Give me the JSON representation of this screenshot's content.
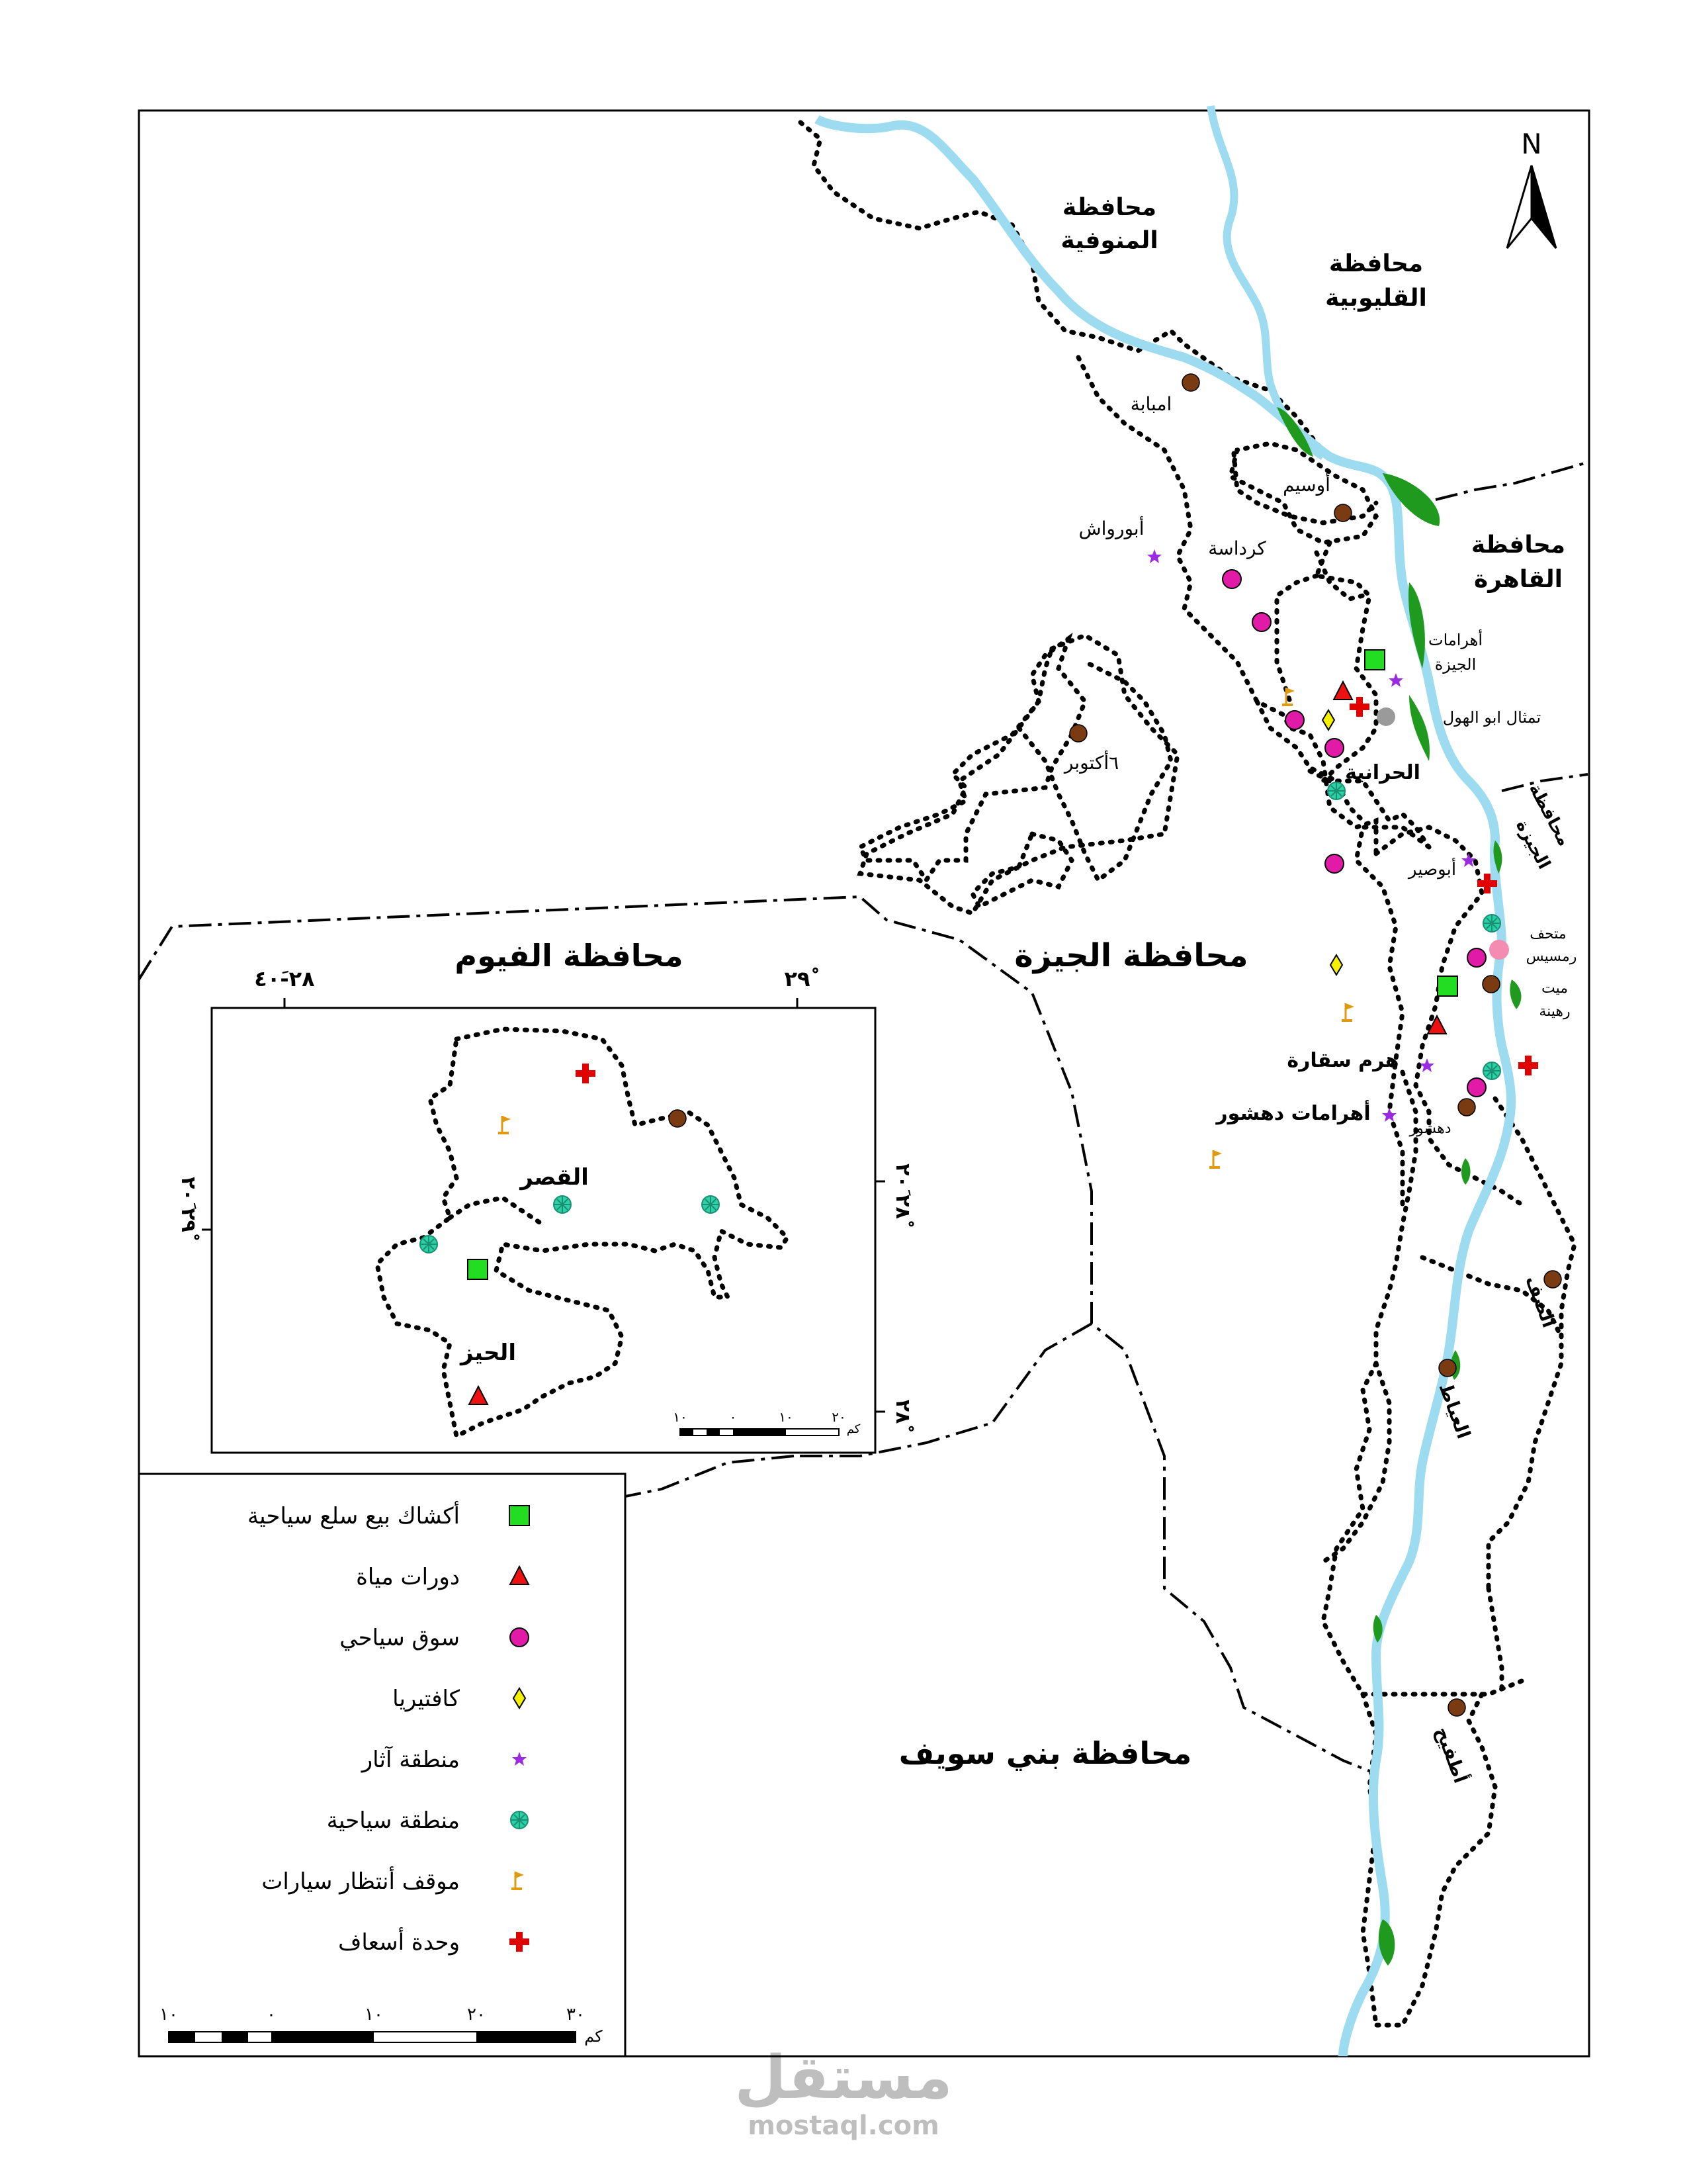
{
  "labels": {
    "gov_menoufia": [
      "محافظة",
      "المنوفية"
    ],
    "gov_qalyubia": [
      "محافظة",
      "القليوبية"
    ],
    "gov_cairo": [
      "محافظة",
      "القاهرة"
    ],
    "gov_giza": "محافظة الجيزة",
    "gov_giza_side": [
      "محافظة",
      "الجيزة"
    ],
    "gov_fayoum": "محافظة الفيوم",
    "gov_benisuef": "محافظة بني سويف",
    "north": "N",
    "imbaba": "امبابة",
    "ausim": "أوسيم",
    "abu_rawash": "أبورواش",
    "kerdasa": "كرداسة",
    "pyramids_giza": [
      "أهرامات",
      "الجيزة"
    ],
    "sphinx": "تمثال ابو الهول",
    "october": "٦أكتوبر",
    "hawamdia": "الحرانية",
    "abusir": "أبوصير",
    "ramses_museum": [
      "متحف",
      "رمسيس"
    ],
    "mit_rahina": [
      "ميت",
      "رهينة"
    ],
    "saqqara": "هرم سقارة",
    "dahshur_pyr": "أهرامات دهشور",
    "dahshur": "دهشور",
    "saf": "الصف",
    "ayat": "العياط",
    "atfih": "أطفيح",
    "qasr": "القصر",
    "hayz": "الحيز",
    "inset_top_left": "٢٨-٤٠َ",
    "inset_top_right": "٢٩ْ",
    "inset_left": "٢٩ْ ٢٠َ",
    "inset_right_top": "٢٨ْ ٢٠َ",
    "inset_right_bottom": "٢٨ْ",
    "watermark": "مستقل",
    "watermark_url": "mostaql.com"
  },
  "legend": [
    {
      "label": "أكشاك بيع سلع سياحية",
      "icon": "green-square"
    },
    {
      "label": "دورات مياة",
      "icon": "red-triangle"
    },
    {
      "label": "سوق سياحي",
      "icon": "magenta-circle"
    },
    {
      "label": "كافتيريا",
      "icon": "yellow-diamond"
    },
    {
      "label": "منطقة آثار",
      "icon": "purple-star"
    },
    {
      "label": "منطقة سياحية",
      "icon": "teal-asterisk"
    },
    {
      "label": "موقف أنتظار سيارات",
      "icon": "orange-flag"
    },
    {
      "label": "وحدة أسعاف",
      "icon": "red-cross"
    }
  ],
  "scale_main": {
    "ticks": [
      "١٠",
      "٠",
      "١٠",
      "٢٠",
      "٣٠"
    ],
    "unit": "كم"
  },
  "scale_inset": {
    "ticks": [
      "١٠",
      "٠",
      "١٠",
      "٢٠"
    ],
    "unit": "كم"
  },
  "colors": {
    "river": "#9ddcf0",
    "green_area": "#1f9a1f",
    "kiosk": "#22dd22",
    "toilet": "#ee1111",
    "market": "#e21aa8",
    "cafe": "#f5f000",
    "antiquities": "#9a2be2",
    "tourist": "#2ad1a5",
    "parking": "#e09a10",
    "ambulance": "#e00000",
    "town": "#7a3a12",
    "grey_point": "#9a9a9a",
    "pink_point": "#f48bb0"
  }
}
